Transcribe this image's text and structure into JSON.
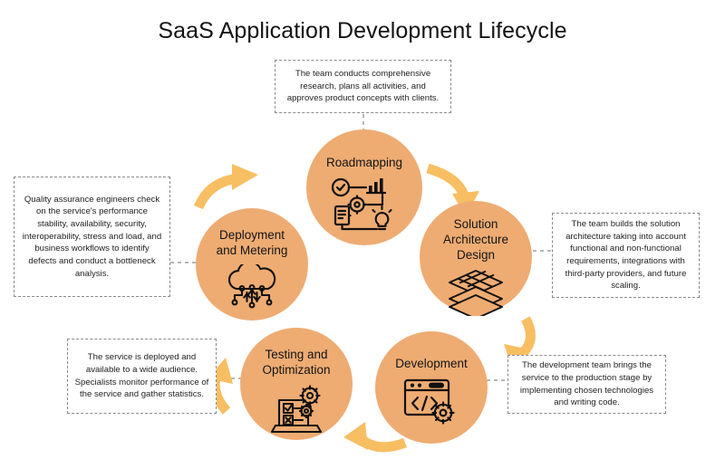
{
  "title": "SaaS Application Development Lifecycle",
  "colors": {
    "circle_fill": "#EEAC73",
    "arrow": "#F8BE62",
    "callout_border": "#8a8a8a",
    "text": "#141414",
    "background": "#ffffff"
  },
  "diagram": {
    "type": "cycle",
    "direction": "clockwise",
    "stages": [
      {
        "id": "roadmapping",
        "label": "Roadmapping",
        "icon": "roadmap-flowchart-icon",
        "description": "The team conducts comprehensive research, plans all activities, and approves product concepts with clients."
      },
      {
        "id": "solution",
        "label": "Solution\nArchitecture\nDesign",
        "icon": "stacked-layers-icon",
        "description": "The team builds the solution architecture taking into account functional and non-functional requirements, integrations with third-party providers, and future scaling."
      },
      {
        "id": "development",
        "label": "Development",
        "icon": "code-window-gear-icon",
        "description": "The development team brings the service to the production stage by implementing chosen technologies and writing code."
      },
      {
        "id": "testing",
        "label": "Testing and\nOptimization",
        "icon": "laptop-checklist-gears-icon",
        "description": "The service is deployed and available to a wide audience. Specialists monitor performance of the service and gather statistics."
      },
      {
        "id": "deployment",
        "label": "Deployment\nand Metering",
        "icon": "cloud-circuit-icon",
        "description": "Quality assurance engineers check on the service's performance stability, availability, security, interoperability, stress and load, and business workflows to identify defects and conduct a bottleneck analysis."
      }
    ]
  }
}
